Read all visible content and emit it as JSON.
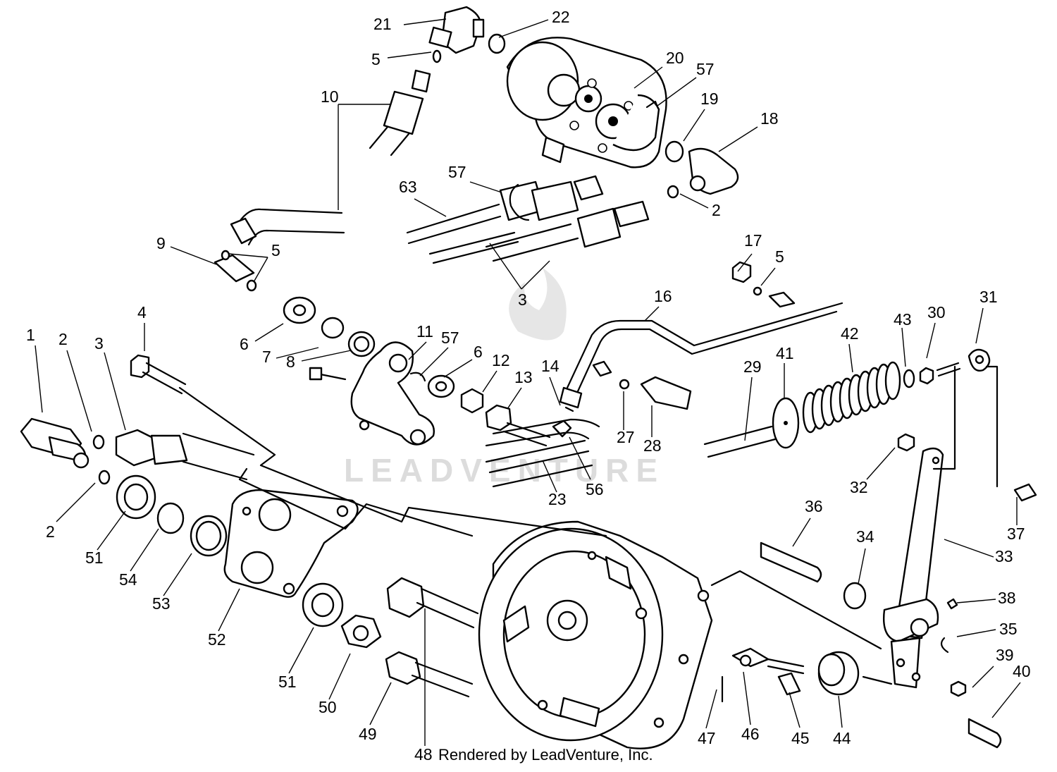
{
  "footer": {
    "credit": "Rendered by LeadVenture, Inc."
  },
  "watermark": {
    "text": "LEADVENTURE",
    "icon": "flame-icon"
  },
  "callouts": [
    "1",
    "2",
    "3",
    "4",
    "5",
    "6",
    "7",
    "8",
    "9",
    "10",
    "11",
    "12",
    "13",
    "14",
    "16",
    "17",
    "18",
    "19",
    "20",
    "21",
    "22",
    "23",
    "27",
    "28",
    "29",
    "30",
    "31",
    "32",
    "33",
    "34",
    "35",
    "36",
    "37",
    "38",
    "39",
    "40",
    "41",
    "42",
    "43",
    "44",
    "45",
    "46",
    "47",
    "48",
    "49",
    "50",
    "51",
    "52",
    "53",
    "54",
    "56",
    "57",
    "63"
  ]
}
